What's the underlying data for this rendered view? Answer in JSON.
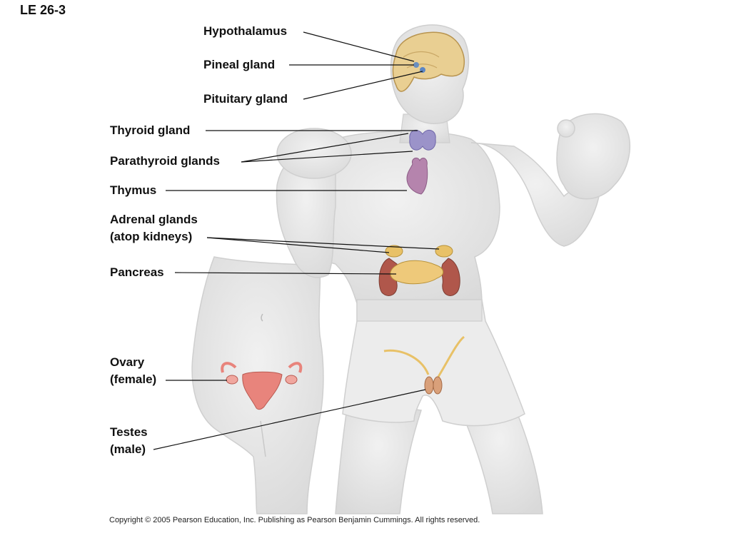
{
  "figure_id": "LE 26-3",
  "labels": {
    "hypothalamus": "Hypothalamus",
    "pineal": "Pineal gland",
    "pituitary": "Pituitary gland",
    "thyroid": "Thyroid gland",
    "parathyroid": "Parathyroid glands",
    "thymus": "Thymus",
    "adrenal_1": "Adrenal glands",
    "adrenal_2": "(atop kidneys)",
    "pancreas": "Pancreas",
    "ovary_1": "Ovary",
    "ovary_2": "(female)",
    "testes_1": "Testes",
    "testes_2": "(male)"
  },
  "copyright": "Copyright © 2005 Pearson Education, Inc. Publishing as Pearson Benjamin Cummings. All rights reserved.",
  "colors": {
    "body": "#e6e6e6",
    "brain": "#e9cf92",
    "thyroid": "#9b93c9",
    "thymus": "#b584ad",
    "kidney": "#b0574b",
    "adrenal": "#e8c167",
    "pancreas": "#eec97a",
    "uterus": "#e8847c",
    "testes": "#d9a07a"
  }
}
